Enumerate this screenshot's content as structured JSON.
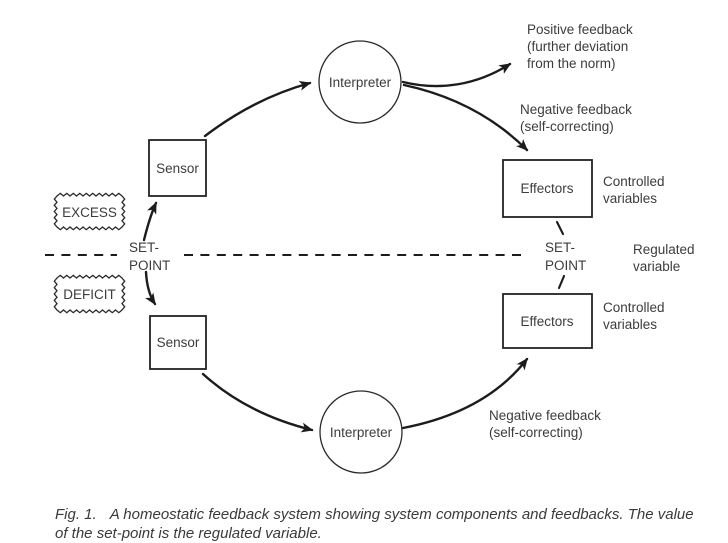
{
  "colors": {
    "ink": "#1c1c1c",
    "text": "#3c3c3c",
    "background": "#ffffff"
  },
  "nodes": {
    "sensor_top": {
      "label": "Sensor"
    },
    "sensor_bottom": {
      "label": "Sensor"
    },
    "interpreter_top": {
      "label": "Interpreter"
    },
    "interpreter_bottom": {
      "label": "Interpreter"
    },
    "effectors_top": {
      "label": "Effectors"
    },
    "effectors_bottom": {
      "label": "Effectors"
    },
    "excess": {
      "label": "EXCESS"
    },
    "deficit": {
      "label": "DEFICIT"
    },
    "setpoint_left": {
      "line1": "SET-",
      "line2": "POINT"
    },
    "setpoint_right": {
      "line1": "SET-",
      "line2": "POINT"
    }
  },
  "annotations": {
    "positive_feedback": {
      "line1": "Positive feedback",
      "line2": "(further deviation",
      "line3": "from the norm)"
    },
    "negative_feedback_top": {
      "line1": "Negative feedback",
      "line2": "(self-correcting)"
    },
    "negative_feedback_bottom": {
      "line1": "Negative feedback",
      "line2": "(self-correcting)"
    },
    "controlled_variables_top": {
      "line1": "Controlled",
      "line2": "variables"
    },
    "controlled_variables_bottom": {
      "line1": "Controlled",
      "line2": "variables"
    },
    "regulated_variable": {
      "line1": "Regulated",
      "line2": "variable"
    }
  },
  "edges": [
    {
      "from": "set-point",
      "to": "sensor-top",
      "type": "arrow"
    },
    {
      "from": "set-point",
      "to": "sensor-bottom",
      "type": "arrow"
    },
    {
      "from": "sensor-top",
      "to": "interpreter-top",
      "type": "arrow"
    },
    {
      "from": "interpreter-top",
      "to": "positive-feedback",
      "type": "arrow"
    },
    {
      "from": "interpreter-top",
      "to": "effectors-top",
      "type": "arrow"
    },
    {
      "from": "sensor-bottom",
      "to": "interpreter-bottom",
      "type": "arrow"
    },
    {
      "from": "interpreter-bottom",
      "to": "effectors-bottom",
      "type": "arrow"
    },
    {
      "from": "effectors-top",
      "to": "set-point",
      "type": "tick"
    },
    {
      "from": "effectors-bottom",
      "to": "set-point",
      "type": "tick"
    }
  ],
  "caption": {
    "label": "Fig. 1.",
    "text": "A homeostatic feedback system showing system components and feedbacks. The value of the set-point is the regulated variable."
  }
}
